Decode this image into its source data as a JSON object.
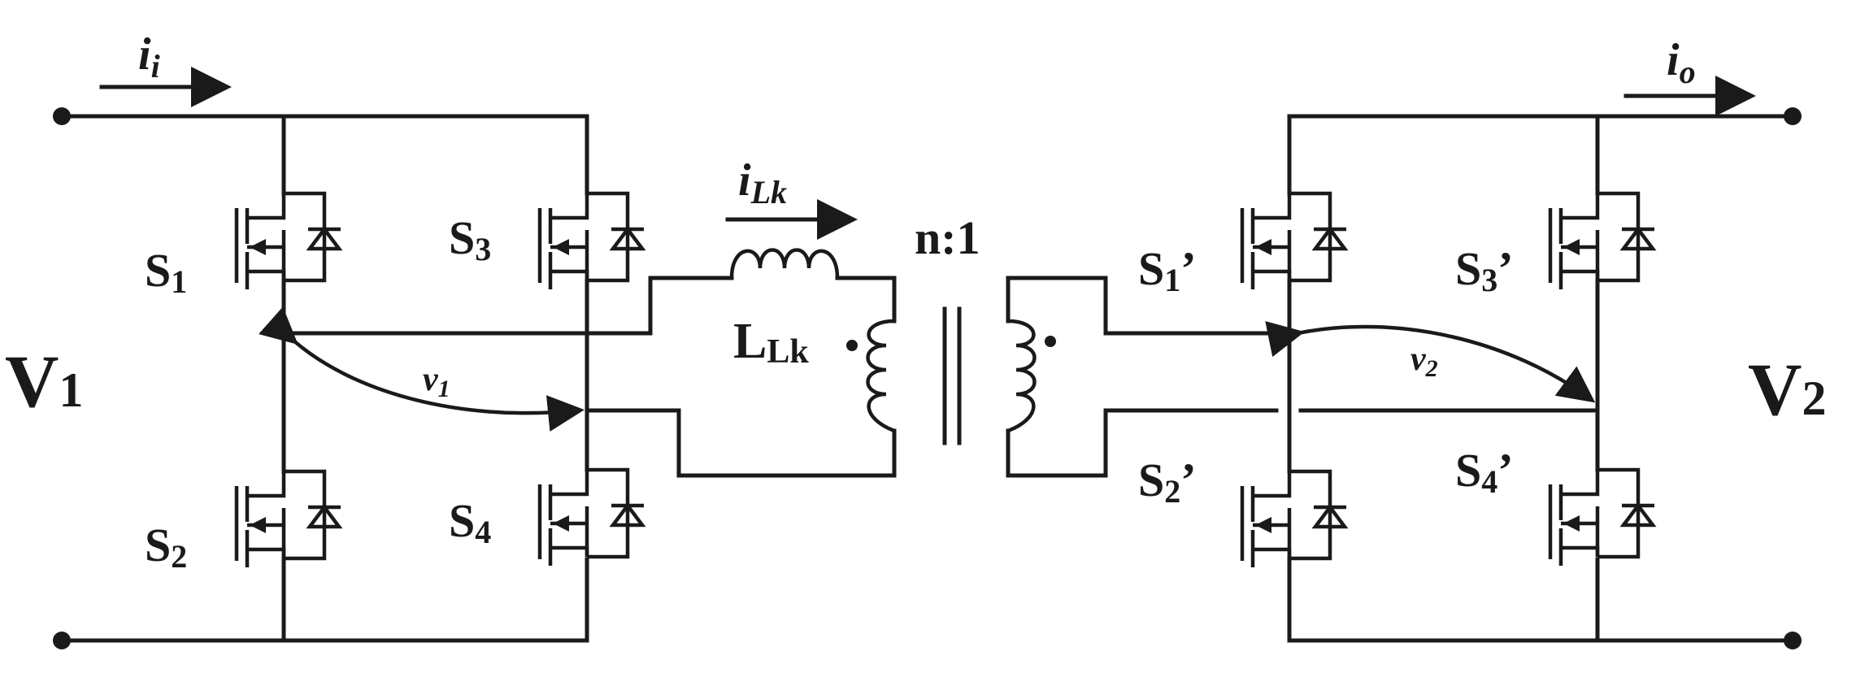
{
  "labels": {
    "V1": "V",
    "V1_sub": "1",
    "V2": "V",
    "V2_sub": "2",
    "ii": "i",
    "ii_sub": "i",
    "io": "i",
    "io_sub": "o",
    "iLk": "i",
    "iLk_sub": "Lk",
    "LLk": "L",
    "LLk_sub": "Lk",
    "ratio": "n:1",
    "v1": "v",
    "v1_sub": "1",
    "v2": "v",
    "v2_sub": "2",
    "S1": "S",
    "S1_sub": "1",
    "S2": "S",
    "S2_sub": "2",
    "S3": "S",
    "S3_sub": "3",
    "S4": "S",
    "S4_sub": "4",
    "S1p": "S",
    "S1p_sub": "1",
    "S1p_prime": "’",
    "S2p": "S",
    "S2p_sub": "2",
    "S2p_prime": "’",
    "S3p": "S",
    "S3p_sub": "3",
    "S3p_prime": "’",
    "S4p": "S",
    "S4p_sub": "4",
    "S4p_prime": "’"
  },
  "colors": {
    "ink": "#1a1a1a",
    "background": "#ffffff"
  }
}
